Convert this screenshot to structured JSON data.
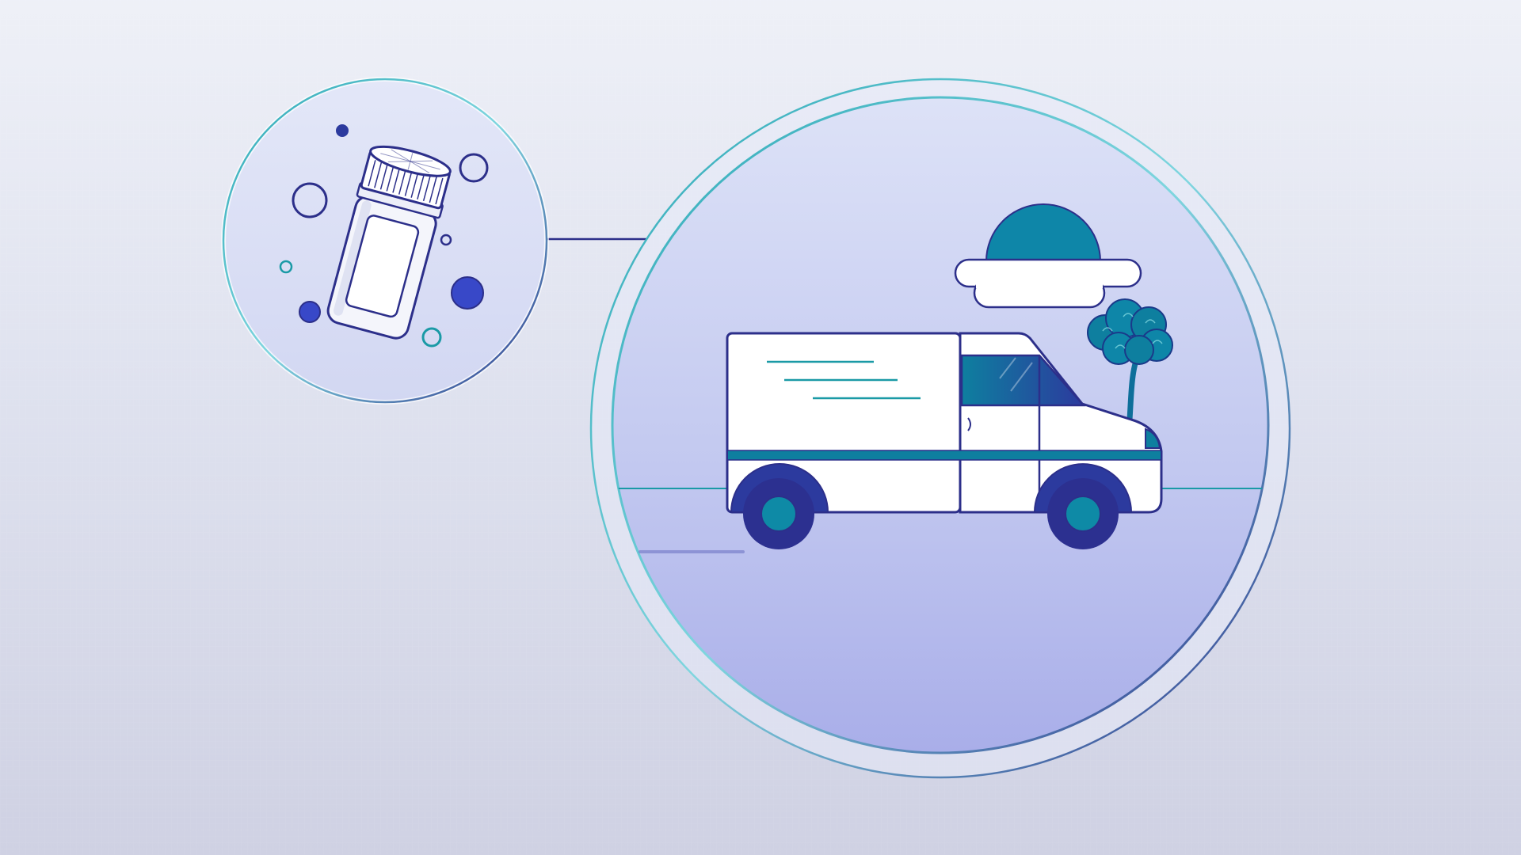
{
  "colors": {
    "background_top": "#eef0f7",
    "background_bottom": "#cfd1e3",
    "navy": "#2c2f8a",
    "teal": "#1a9aa6",
    "deep_teal": "#0e7f9f",
    "royal_blue": "#3848c8",
    "circle_fill": "#bfc4f0",
    "white": "#ffffff"
  },
  "illustration": {
    "small_circle": "pill-bottle-with-bubbles",
    "large_circle": "delivery-van-scene",
    "connector": "line-between-circles",
    "icons": [
      "pill-bottle-icon",
      "delivery-van-icon",
      "sun-icon",
      "cloud-icon",
      "tree-icon"
    ]
  }
}
